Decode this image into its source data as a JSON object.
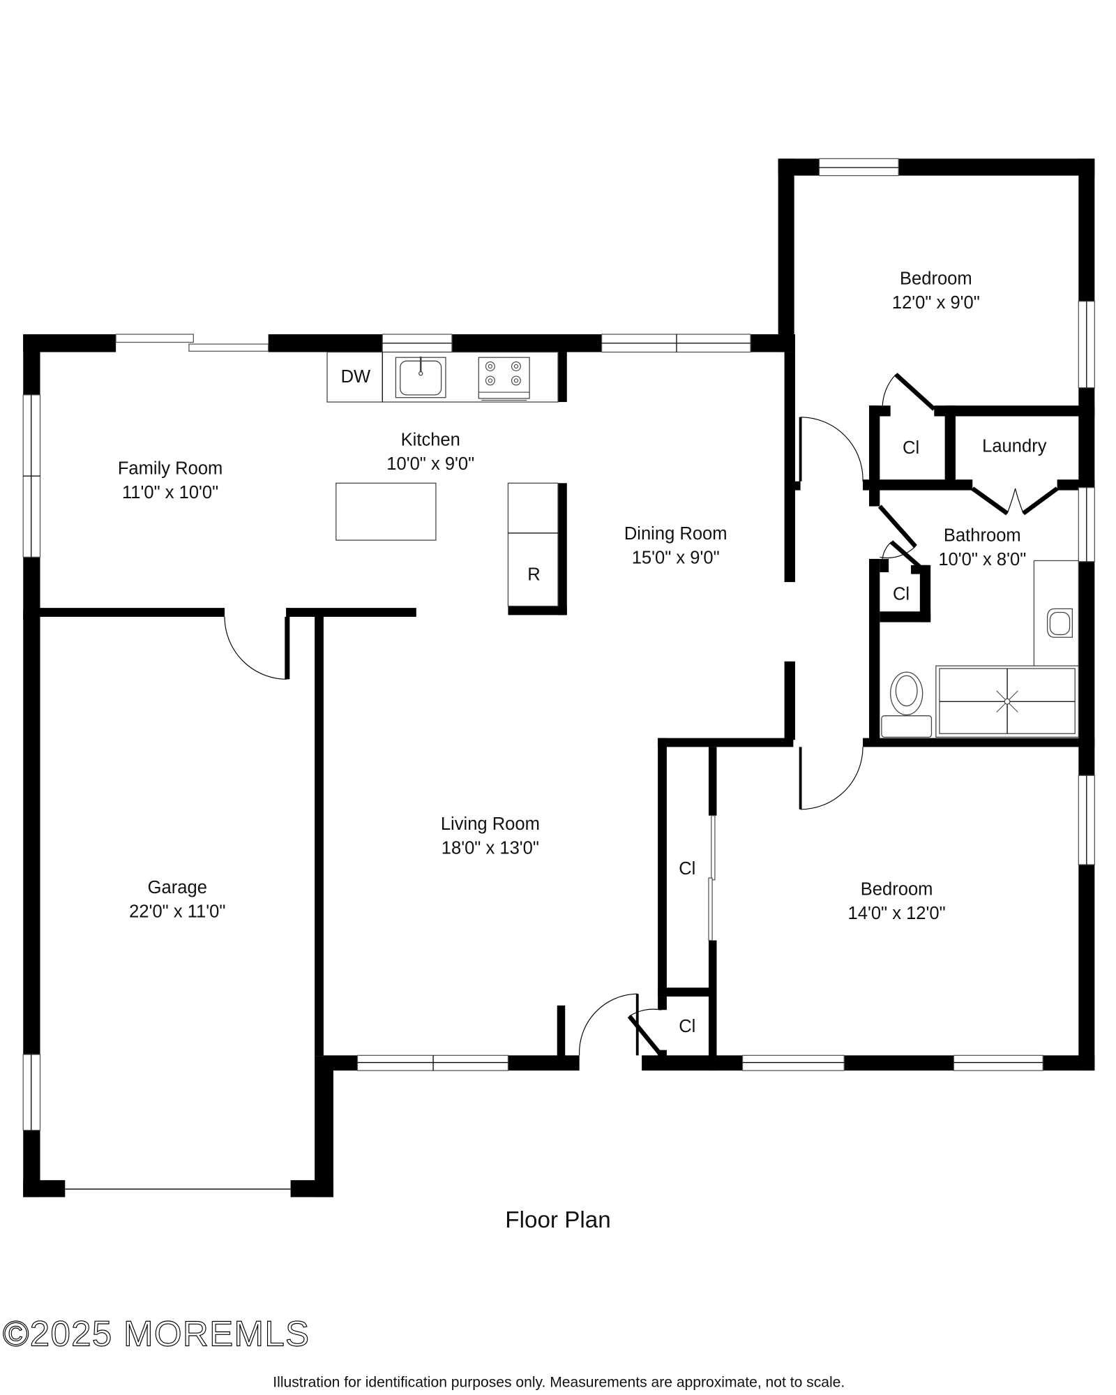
{
  "plan": {
    "title": "Floor Plan",
    "disclaimer": "Illustration for identification purposes only. Measurements are approximate, not to scale.",
    "watermark": "©2025 MOREMLS",
    "colors": {
      "wall": "#000000",
      "background": "#ffffff",
      "fixture_line": "#444444"
    }
  },
  "rooms": {
    "family_room": {
      "name": "Family Room",
      "size": "11'0\" x 10'0\""
    },
    "kitchen": {
      "name": "Kitchen",
      "size": "10'0\" x 9'0\""
    },
    "dining_room": {
      "name": "Dining Room",
      "size": "15'0\" x 9'0\""
    },
    "bedroom_1": {
      "name": "Bedroom",
      "size": "12'0\" x 9'0\""
    },
    "laundry": {
      "name": "Laundry"
    },
    "bathroom": {
      "name": "Bathroom",
      "size": "10'0\" x 8'0\""
    },
    "living_room": {
      "name": "Living Room",
      "size": "18'0\" x 13'0\""
    },
    "garage": {
      "name": "Garage",
      "size": "22'0\" x 11'0\""
    },
    "bedroom_2": {
      "name": "Bedroom",
      "size": "14'0\" x 12'0\""
    },
    "closet_bedroom_1": {
      "name": "Cl"
    },
    "closet_bathroom": {
      "name": "Cl"
    },
    "closet_bedroom_2": {
      "name": "Cl"
    },
    "closet_entry": {
      "name": "Cl"
    }
  },
  "fixtures": {
    "dishwasher": "DW",
    "refrigerator": "R"
  }
}
